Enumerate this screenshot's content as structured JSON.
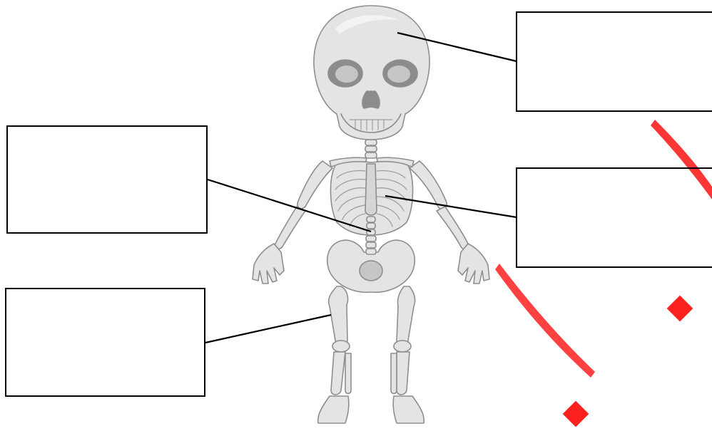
{
  "diagram": {
    "label_boxes": [
      {
        "id": "skull-label",
        "text": ""
      },
      {
        "id": "spine-label",
        "text": ""
      },
      {
        "id": "ribs-label",
        "text": ""
      },
      {
        "id": "femur-label",
        "text": ""
      }
    ],
    "colors": {
      "bone_fill": "#e3e4e4",
      "bone_outline": "#8c8e90",
      "bone_shade": "#c4c6c7",
      "eye_socket": "#8a8c8e",
      "leader_line": "#000000",
      "box_border": "#000000",
      "watermark": "#ff1a1a"
    }
  }
}
